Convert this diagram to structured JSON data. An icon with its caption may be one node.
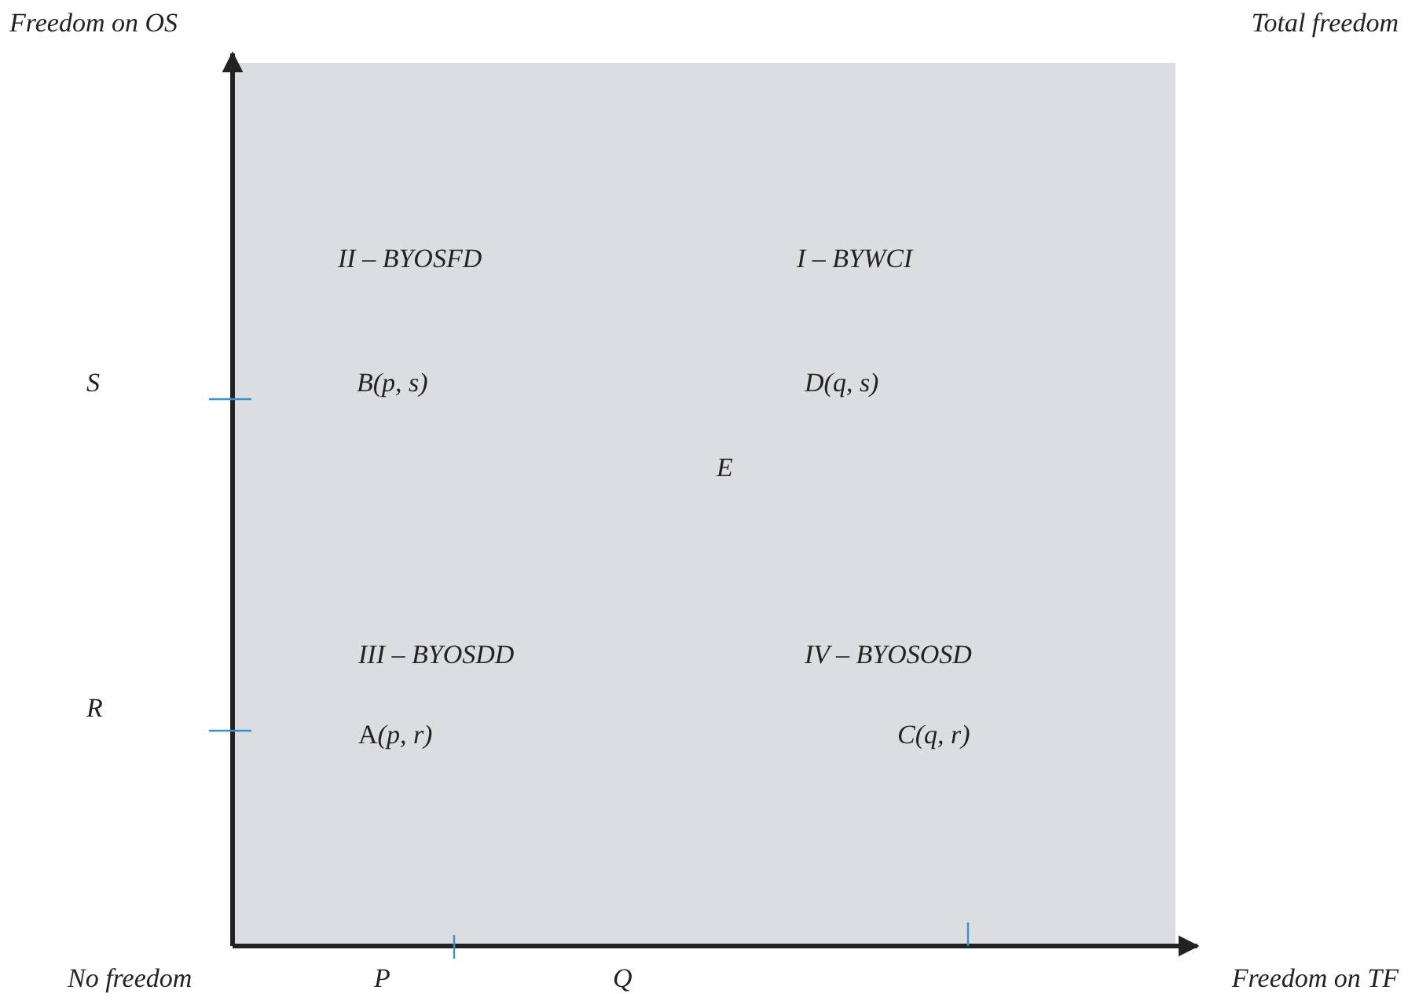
{
  "diagram": {
    "labels": [
      "Freedom on OS",
      "Total freedom",
      "II – BYOSFD",
      "I – BYWCI",
      "S",
      "B(p, s)",
      "D(q, s)",
      "E",
      "III – BYOSDD",
      "IV – BYOSOSD",
      "R",
      "A(p, r)",
      "C(q, r)",
      "No freedom",
      "P",
      "Q",
      "Freedom on TF"
    ]
  }
}
